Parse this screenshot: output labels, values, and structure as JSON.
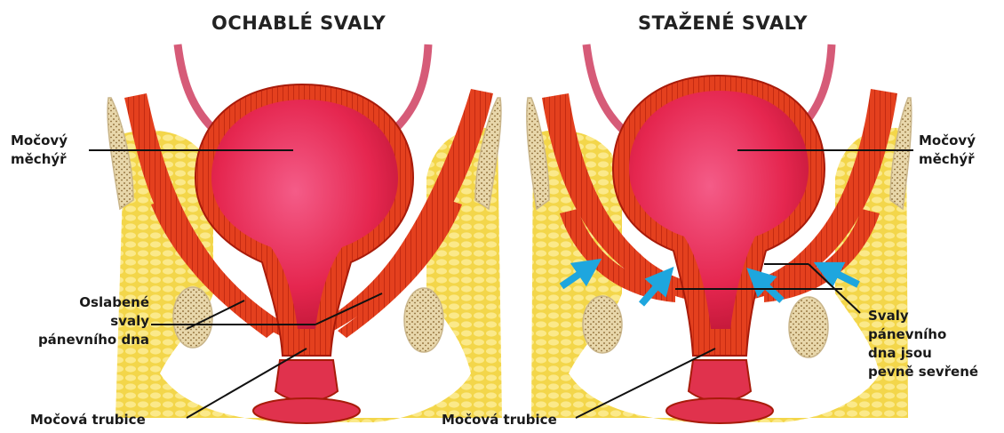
{
  "left_panel": {
    "title": "OCHABLÉ SVALY",
    "bladder_label": [
      "Močový",
      "měchýř"
    ],
    "weak_muscles_label": [
      "Oslabené",
      "svaly",
      "pánevního dna"
    ],
    "urethra_label": "Močová trubice"
  },
  "right_panel": {
    "title": "STAŽENÉ SVALY",
    "bladder_label": [
      "Močový",
      "měchýř"
    ],
    "tight_muscles_label": [
      "Svaly",
      "pánevního",
      "dna jsou",
      "pevně sevřené"
    ],
    "urethra_label": "Močová trubice"
  },
  "colors": {
    "fat": "#f5dc5a",
    "fat_light": "#fbeea0",
    "muscle": "#e23a1c",
    "muscle_dark": "#b51e0c",
    "bladder_inner": "#e9285a",
    "bone": "#efe1bd",
    "arrow": "#1ea6de",
    "leader_line": "#111111"
  }
}
